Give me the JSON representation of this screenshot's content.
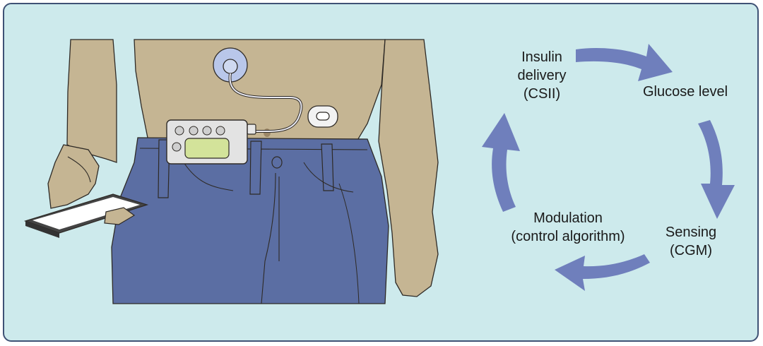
{
  "colors": {
    "background": "#cdeaec",
    "border": "#3f5275",
    "arrow": "#6f7fbc",
    "skin": "#c5b593",
    "jeans": "#5b6ea3",
    "pump_screen": "#d3e39a"
  },
  "cycle": {
    "insulin_delivery": {
      "line1": "Insulin",
      "line2": "delivery",
      "line3": "(CSII)"
    },
    "glucose_level": {
      "line1": "Glucose level"
    },
    "sensing": {
      "line1": "Sensing",
      "line2": "(CGM)"
    },
    "modulation": {
      "line1": "Modulation",
      "line2": "(control algorithm)"
    }
  },
  "illustration": {
    "icons": [
      "torso-icon",
      "insulin-pump-icon",
      "infusion-site-icon",
      "cgm-sensor-icon",
      "smartphone-icon",
      "cycle-arrow-icon"
    ]
  }
}
